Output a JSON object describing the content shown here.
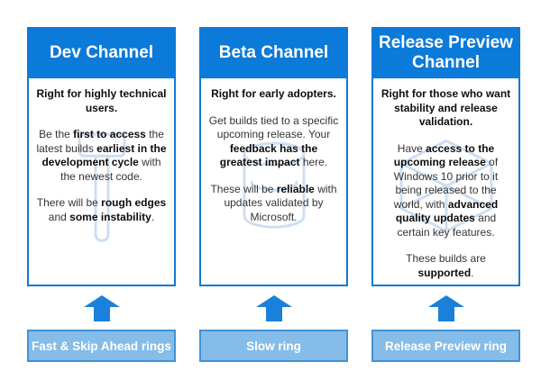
{
  "colors": {
    "header_blue": "#0b7ad8",
    "body_border": "#1478d2",
    "arrow_blue": "#1b80db",
    "ring_fill": "#85bce8",
    "ring_border": "#3f93dc",
    "watermark": "#ccdff2",
    "text_regular": "#333333"
  },
  "columns": [
    {
      "id": "dev",
      "title": "Dev Channel",
      "watermark_icon": "hammer-watermark-icon",
      "paragraphs": [
        [
          {
            "b": true,
            "t": "Right for highly technical users."
          }
        ],
        [
          {
            "b": false,
            "t": "Be the "
          },
          {
            "b": true,
            "t": "first to access"
          },
          {
            "b": false,
            "t": " the latest builds "
          },
          {
            "b": true,
            "t": "earliest in the development cycle"
          },
          {
            "b": false,
            "t": " with the newest code."
          }
        ],
        [
          {
            "b": false,
            "t": "There will be "
          },
          {
            "b": true,
            "t": "rough edges"
          },
          {
            "b": false,
            "t": " and "
          },
          {
            "b": true,
            "t": "some instability"
          },
          {
            "b": false,
            "t": "."
          }
        ]
      ],
      "ring_label": "Fast & Skip Ahead rings"
    },
    {
      "id": "beta",
      "title": "Beta Channel",
      "watermark_icon": "bucket-watermark-icon",
      "paragraphs": [
        [
          {
            "b": true,
            "t": "Right for early adopters."
          }
        ],
        [
          {
            "b": false,
            "t": "Get builds tied to a specific upcoming release. Your "
          },
          {
            "b": true,
            "t": "feedback has the greatest impact"
          },
          {
            "b": false,
            "t": " here."
          }
        ],
        [
          {
            "b": false,
            "t": "These will be "
          },
          {
            "b": true,
            "t": "reliable"
          },
          {
            "b": false,
            "t": " with updates validated by Microsoft."
          }
        ]
      ],
      "ring_label": "Slow ring"
    },
    {
      "id": "release-preview",
      "title": "Release Preview Channel",
      "watermark_icon": "cube-watermark-icon",
      "paragraphs": [
        [
          {
            "b": true,
            "t": "Right for those who want stability and release validation."
          }
        ],
        [
          {
            "b": false,
            "t": "Have "
          },
          {
            "b": true,
            "t": "access to the upcoming release"
          },
          {
            "b": false,
            "t": " of Windows 10 prior to it being released to the world, with "
          },
          {
            "b": true,
            "t": "advanced quality updates"
          },
          {
            "b": false,
            "t": " and certain key features."
          }
        ],
        [
          {
            "b": false,
            "t": "These builds are "
          },
          {
            "b": true,
            "t": "supported"
          },
          {
            "b": false,
            "t": "."
          }
        ]
      ],
      "ring_label": "Release Preview ring"
    }
  ]
}
